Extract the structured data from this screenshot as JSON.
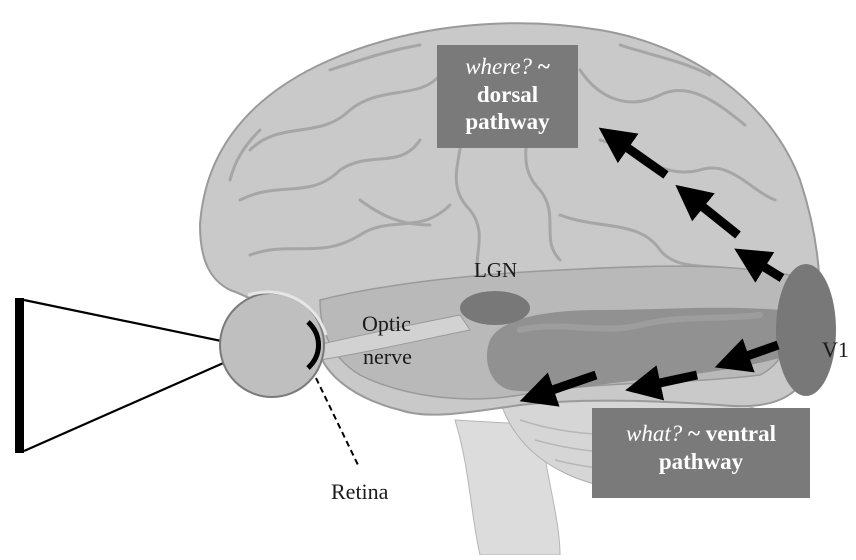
{
  "labels": {
    "lgn": "LGN",
    "optic_nerve_line1": "Optic",
    "optic_nerve_line2": "nerve",
    "retina": "Retina",
    "v1": "V1"
  },
  "dorsal_box": {
    "question": "where?",
    "tilde": "~",
    "line2": "dorsal",
    "line3": "pathway"
  },
  "ventral_box": {
    "question": "what?",
    "tilde_text": "~ ventral",
    "line2": "pathway"
  },
  "colors": {
    "brain": "#c9c9c9",
    "brain_dark": "#a9a9a9",
    "cerebellum": "#d8d8d8",
    "region_fill": "#7d7d7d",
    "label_box": "#7a7a7a",
    "arrow": "#000000"
  }
}
